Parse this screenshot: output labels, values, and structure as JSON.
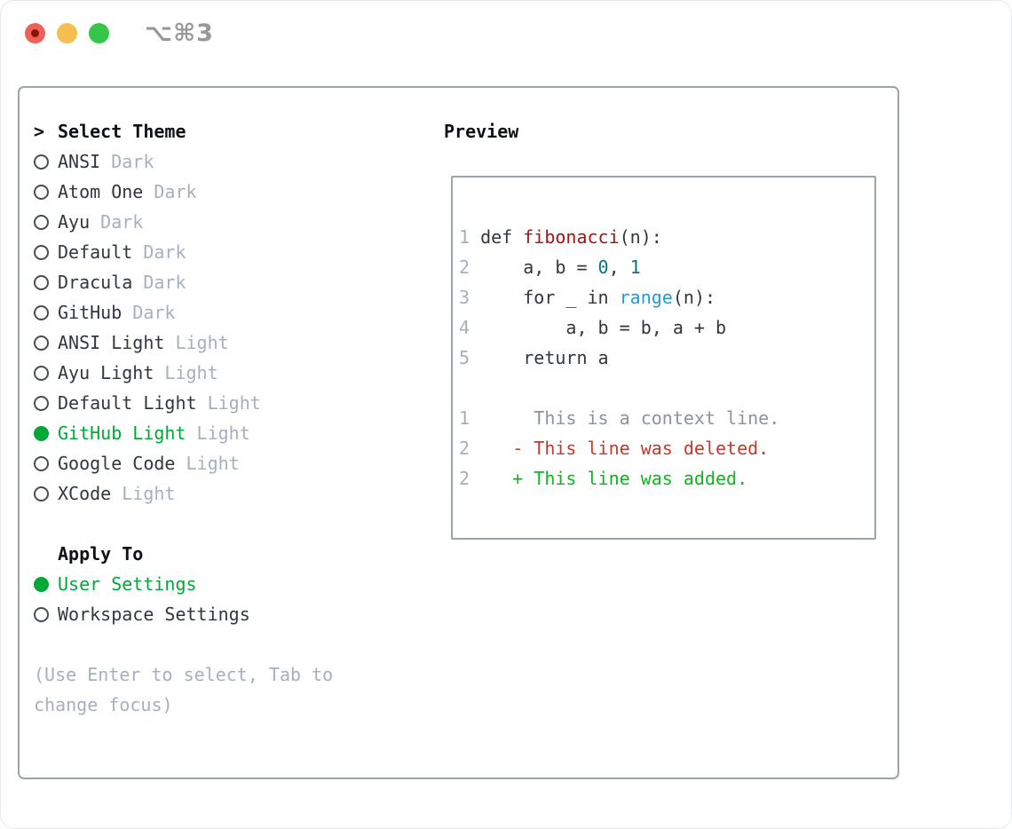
{
  "window": {
    "title": "⌥⌘3"
  },
  "titlebar": {
    "buttons": [
      {
        "icon": "close-traffic-light-icon"
      },
      {
        "icon": "minimize-traffic-light-icon"
      },
      {
        "icon": "zoom-traffic-light-icon"
      }
    ]
  },
  "theme_section": {
    "cursor": ">",
    "header": "Select Theme",
    "items": [
      {
        "name": "ANSI",
        "variant": "Dark",
        "selected": false
      },
      {
        "name": "Atom One",
        "variant": "Dark",
        "selected": false
      },
      {
        "name": "Ayu",
        "variant": "Dark",
        "selected": false
      },
      {
        "name": "Default",
        "variant": "Dark",
        "selected": false
      },
      {
        "name": "Dracula",
        "variant": "Dark",
        "selected": false
      },
      {
        "name": "GitHub",
        "variant": "Dark",
        "selected": false
      },
      {
        "name": "ANSI Light",
        "variant": "Light",
        "selected": false
      },
      {
        "name": "Ayu Light",
        "variant": "Light",
        "selected": false
      },
      {
        "name": "Default Light",
        "variant": "Light",
        "selected": false
      },
      {
        "name": "GitHub Light",
        "variant": "Light",
        "selected": true
      },
      {
        "name": "Google Code",
        "variant": "Light",
        "selected": false
      },
      {
        "name": "XCode",
        "variant": "Light",
        "selected": false
      }
    ]
  },
  "apply_section": {
    "header": "Apply To",
    "items": [
      {
        "name": "User Settings",
        "selected": true
      },
      {
        "name": "Workspace Settings",
        "selected": false
      }
    ]
  },
  "hint_lines": [
    "(Use Enter to select, Tab to",
    "change focus)"
  ],
  "preview": {
    "header": "Preview",
    "lines": [
      [
        {
          "t": "1 ",
          "c": "lnum"
        },
        {
          "t": "def ",
          "c": "code"
        },
        {
          "t": "fibonacci",
          "c": "red"
        },
        {
          "t": "(n):",
          "c": "code"
        }
      ],
      [
        {
          "t": "2 ",
          "c": "lnum"
        },
        {
          "t": "    a, b = ",
          "c": "code"
        },
        {
          "t": "0",
          "c": "teal"
        },
        {
          "t": ", ",
          "c": "code"
        },
        {
          "t": "1",
          "c": "teal"
        }
      ],
      [
        {
          "t": "3 ",
          "c": "lnum"
        },
        {
          "t": "    for _ in ",
          "c": "code"
        },
        {
          "t": "range",
          "c": "blue"
        },
        {
          "t": "(n):",
          "c": "code"
        }
      ],
      [
        {
          "t": "4 ",
          "c": "lnum"
        },
        {
          "t": "        a, b = b, a + b",
          "c": "code"
        }
      ],
      [
        {
          "t": "5 ",
          "c": "lnum"
        },
        {
          "t": "    return a",
          "c": "code"
        }
      ],
      [],
      [
        {
          "t": "1 ",
          "c": "lnum"
        },
        {
          "t": "     This is a context line.",
          "c": "ctx"
        }
      ],
      [
        {
          "t": "2 ",
          "c": "lnum"
        },
        {
          "t": "   - This line was deleted.",
          "c": "del"
        }
      ],
      [
        {
          "t": "2 ",
          "c": "lnum"
        },
        {
          "t": "   + This line was added.",
          "c": "add"
        }
      ]
    ]
  },
  "colors": {
    "text": "#30373f",
    "heading": "#0e1216",
    "muted": "#a6b0bd",
    "border": "#9aa3ae",
    "green": "#00a838",
    "syntax-red": "#a31515",
    "syntax-teal": "#0b7285",
    "syntax-blue": "#229ddb",
    "diff-context": "#8b939c",
    "diff-del": "#c23a2a",
    "diff-add": "#11b31e",
    "line-number": "#a6b0bd",
    "traffic-red": "#ee6156",
    "traffic-yellow": "#f6be50",
    "traffic-green": "#37c64c",
    "title": "#96989b"
  }
}
